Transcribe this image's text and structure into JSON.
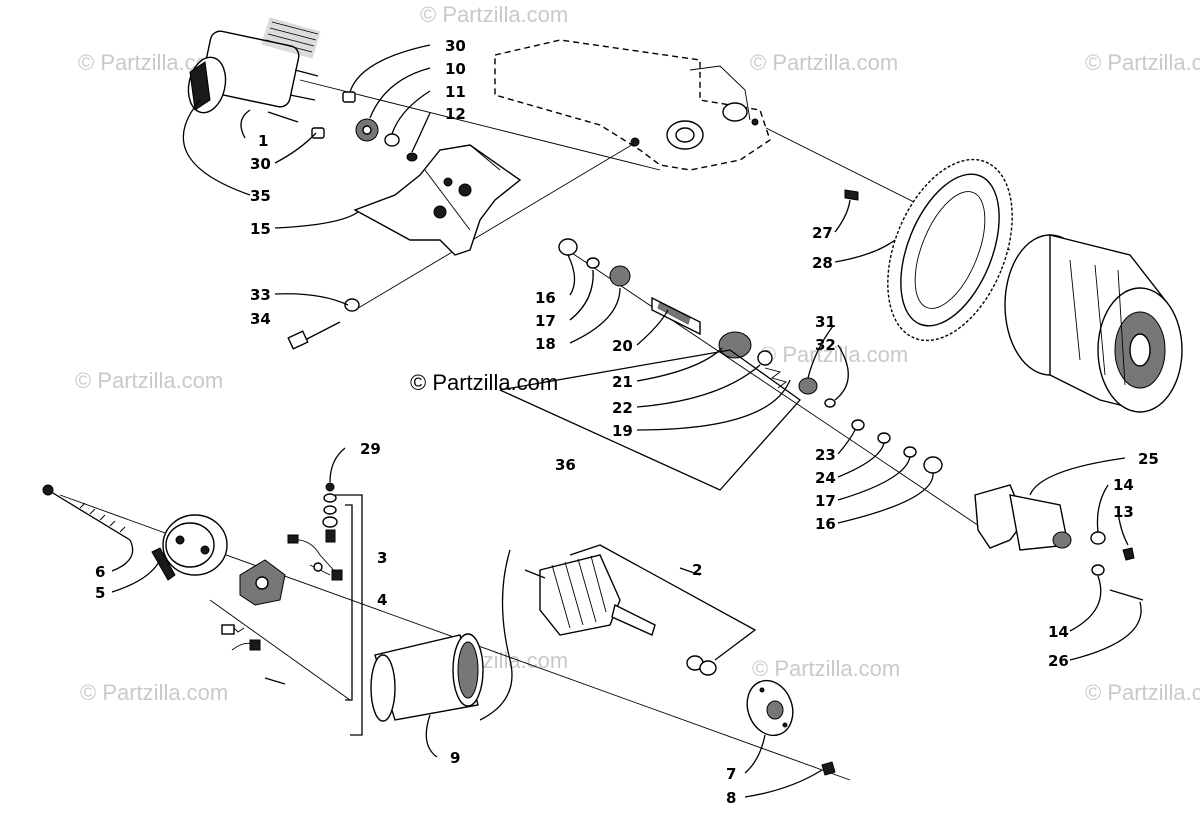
{
  "watermark": "© Partzilla.com",
  "brand_label": "© Partzilla.com",
  "callouts": {
    "c1": "1",
    "c2": "2",
    "c3": "3",
    "c4": "4",
    "c5": "5",
    "c6": "6",
    "c7": "7",
    "c8": "8",
    "c9": "9",
    "c10": "10",
    "c11": "11",
    "c12": "12",
    "c13": "13",
    "c14a": "14",
    "c14b": "14",
    "c15": "15",
    "c16a": "16",
    "c16b": "16",
    "c17a": "17",
    "c17b": "17",
    "c18": "18",
    "c19": "19",
    "c20": "20",
    "c21": "21",
    "c22": "22",
    "c23": "23",
    "c24": "24",
    "c25": "25",
    "c26": "26",
    "c27": "27",
    "c28": "28",
    "c29": "29",
    "c30a": "30",
    "c30b": "30",
    "c31": "31",
    "c32": "32",
    "c33": "33",
    "c34": "34",
    "c35": "35",
    "c36": "36"
  }
}
